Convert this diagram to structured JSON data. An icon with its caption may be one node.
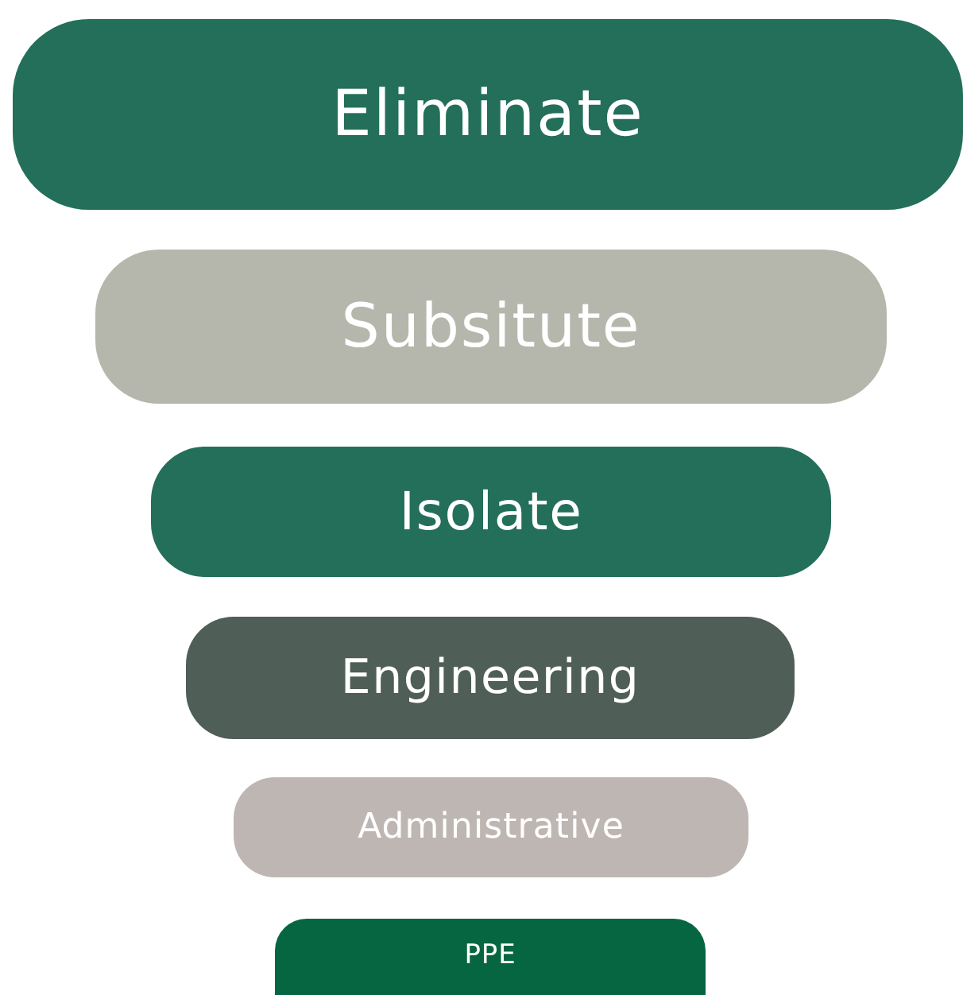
{
  "diagram": {
    "nodes": [
      {
        "text": [
          "Eliminate"
        ]
      },
      {
        "text": [
          "Subsitute"
        ]
      },
      {
        "text": [
          "Isolate"
        ]
      },
      {
        "text": [
          "Engineering"
        ]
      },
      {
        "text": [
          "Administrative"
        ]
      },
      {
        "text": [
          "PPE"
        ]
      }
    ]
  }
}
